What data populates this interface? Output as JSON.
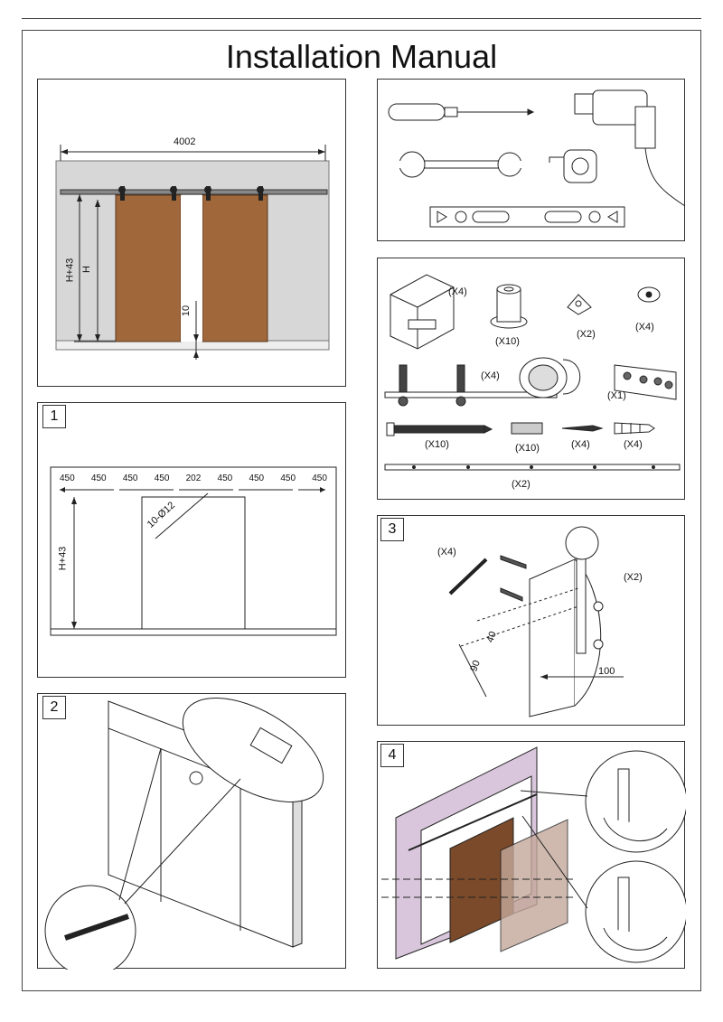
{
  "title": "Installation Manual",
  "overview": {
    "width_label": "4002",
    "height_outer_label": "H+43",
    "height_inner_label": "H",
    "gap_label": "10",
    "door_color": "#a0673a",
    "wall_color": "#d7d7d7"
  },
  "tools": {
    "items": [
      "screwdriver-icon",
      "drill-icon",
      "wrench-icon",
      "tape-measure-icon",
      "spirit-level-icon"
    ]
  },
  "parts": {
    "qty_guide": "(X4)",
    "qty_spacer": "(X10)",
    "qty_bracket": "(X2)",
    "qty_stopper": "(X4)",
    "qty_hanger": "(X4)",
    "qty_joint": "(X1)",
    "qty_lagbolt": "(X10)",
    "qty_sleeve": "(X10)",
    "qty_screw": "(X4)",
    "qty_anchor": "(X4)",
    "qty_rail": "(X2)"
  },
  "step1": {
    "number": "1",
    "spacings": [
      "450",
      "450",
      "450",
      "450",
      "202",
      "450",
      "450",
      "450",
      "450"
    ],
    "hole_label": "10-Ø12",
    "height_label": "H+43"
  },
  "step2": {
    "number": "2"
  },
  "step3": {
    "number": "3",
    "qty_wrench": "(X4)",
    "qty_hanger": "(X2)",
    "dim_40": "40",
    "dim_90": "90",
    "dim_100": "100"
  },
  "step4": {
    "number": "4"
  }
}
